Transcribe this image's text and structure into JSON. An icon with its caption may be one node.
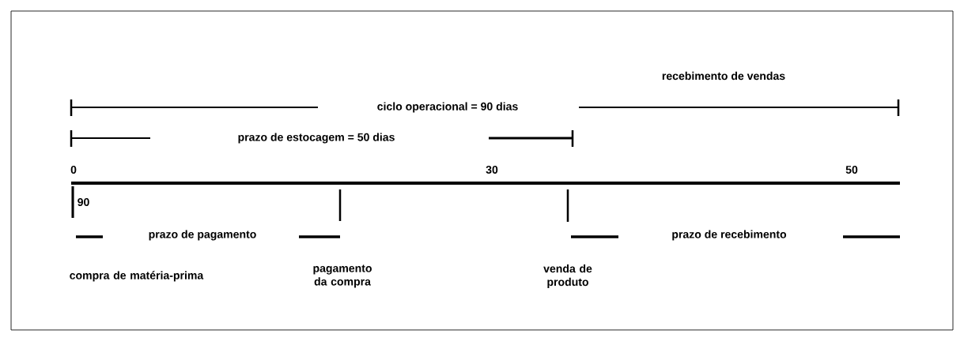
{
  "diagram": {
    "labels": [
      "recebimento de vendas",
      "ciclo operacional = 90 dias",
      "prazo de estocagem = 50 dias",
      "0",
      "30",
      "50",
      "90",
      "prazo de pagamento",
      "prazo de recebimento",
      "compra de matéria-prima",
      "pagamento da compra",
      "venda de produto"
    ]
  }
}
